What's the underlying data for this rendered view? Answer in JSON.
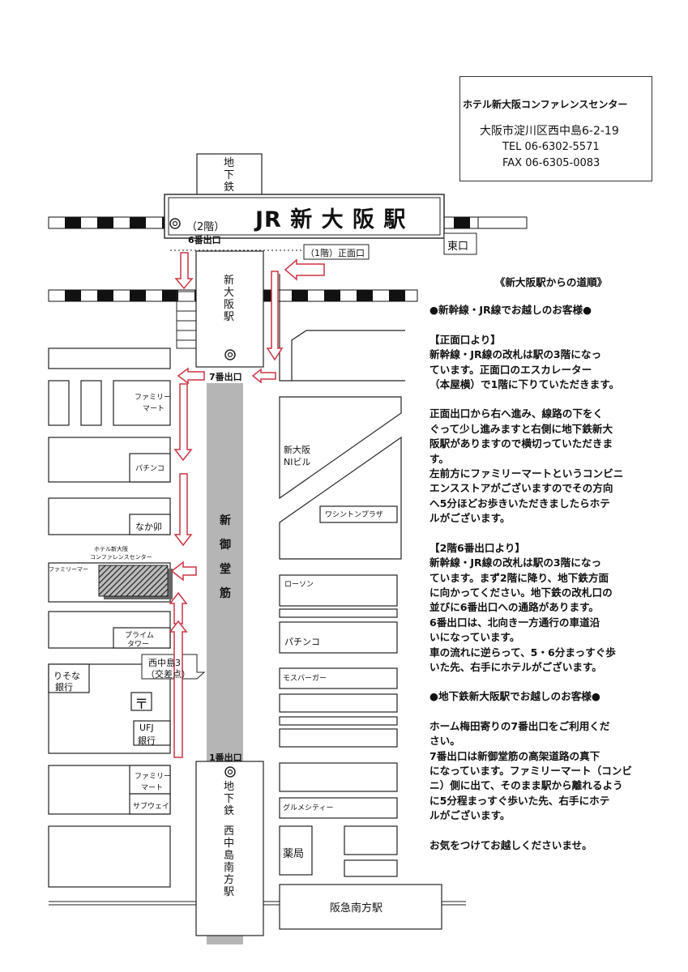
{
  "hotel": {
    "name": "ホテル新大阪コンファレンスセンター",
    "address": "大阪市淀川区西中島6-2-19",
    "tel": "TEL  06-6302-5571",
    "fax": "FAX  06-6305-0083"
  },
  "map": {
    "station": "JR 新 大 阪 駅",
    "subway_top": [
      "地",
      "下",
      "鉄"
    ],
    "shinosaka_subway": [
      "新",
      "大",
      "阪",
      "駅"
    ],
    "exit2f_a": "（2階）",
    "exit2f_b": "6番出口",
    "front_exit": "（1階）正面口",
    "east_exit": "東口",
    "exit7": "7番出口",
    "exit1": "1番出口",
    "familymart1_a": "ファミリー",
    "familymart1_b": "マート",
    "pachinko1": "パチンコ",
    "nakau": "なか卯",
    "hotel_label_a": "ホテル新大阪",
    "hotel_label_b": "コンファレンスセンター",
    "familymart_small": "ファミリーマー",
    "prime_a": "プライム",
    "prime_b": "タワー",
    "crossing_a": "西中島3",
    "crossing_b": "（交差点）",
    "risona_a": "りそな",
    "risona_b": "銀行",
    "post": "〒",
    "ufj_a": "UFJ",
    "ufj_b": "銀行",
    "familymart2_a": "ファミリー",
    "familymart2_b": "マート",
    "subway_shop": "サブウェイ",
    "ni_a": "新大阪",
    "ni_b": "NIビル",
    "washington": "ワシントンプラザ",
    "lawson": "ローソン",
    "pachinko2": "パチンコ",
    "mos": "モスバーガー",
    "gourmet": "グルメシティー",
    "pharmacy": "薬局",
    "hankyu": "阪急南方駅",
    "road": [
      "新",
      "御",
      "堂",
      "筋"
    ],
    "subway_bottom": [
      "地",
      "下",
      "鉄",
      "",
      "西",
      "中",
      "島",
      "南",
      "方",
      "駅"
    ]
  },
  "directions": {
    "title": "《新大阪駅からの道順》",
    "sec1": "●新幹線・JR線でお越しのお客様●",
    "sub1": "【正面口より】",
    "p1": [
      "新幹線・JR線の改札は駅の3階になっ",
      "ています。正面口のエスカレーター",
      "（本屋横）で1階に下りていただきます。"
    ],
    "p2": [
      "正面出口から右へ進み、線路の下をく",
      "ぐって少し進みますと右側に地下鉄新大",
      "阪駅がありますので横切っていただきま",
      "す。",
      "左前方にファミリーマートというコンビニ",
      "エンスストアがございますのでその方向",
      "へ5分ほどお歩きいただきましたらホテ",
      "ルがございます。"
    ],
    "sub2": "【2階6番出口より】",
    "p3": [
      "新幹線・JR線の改札は駅の3階になっ",
      "ています。まず2階に降り、地下鉄方面",
      "に向かってください。地下鉄の改札口の",
      "並びに6番出口への通路があります。",
      "6番出口は、北向き一方通行の車道沿",
      "いになっています。",
      "車の流れに逆らって、5・6分まっすぐ歩",
      "いた先、右手にホテルがございます。"
    ],
    "sec2": "●地下鉄新大阪駅でお越しのお客様●",
    "p4": [
      "ホーム梅田寄りの7番出口をご利用くだ",
      "さい。",
      "7番出口は新御堂筋の高架道路の真下",
      "になっています。ファミリーマート（コンビ",
      "ニ）側に出て、そのまま駅から離れるよう",
      "に5分程まっすぐ歩いた先、右手にホテ",
      "ルがございます。"
    ],
    "p5": "お気をつけてお越しくださいませ。"
  },
  "colors": {
    "arrow": "#cc3344",
    "road": "#b5b5b5",
    "hotel_fill": "#555555"
  }
}
